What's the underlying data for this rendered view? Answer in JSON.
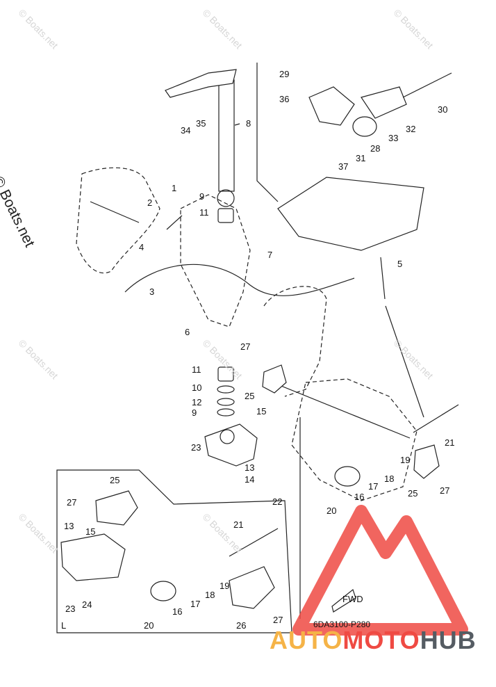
{
  "diagram": {
    "part_code": "6DA3100-P280",
    "copyright": "© Boats.net",
    "watermark": "© Boats.net",
    "inset_label": "L",
    "fwd_label": "FWD",
    "brand": {
      "part1": "AUTO",
      "part2": "MOTO",
      "part3": "HUB"
    },
    "colors": {
      "brand_orange": "#f5b347",
      "brand_red": "#ef4a43",
      "brand_grey": "#555c63",
      "line": "#222222"
    }
  },
  "callouts": [
    "1",
    "2",
    "3",
    "4",
    "5",
    "6",
    "7",
    "8",
    "9",
    "11",
    "29",
    "36",
    "30",
    "32",
    "33",
    "28",
    "31",
    "37",
    "34",
    "35",
    "27",
    "25",
    "11",
    "10",
    "12",
    "9",
    "15",
    "21",
    "23",
    "13",
    "14",
    "19",
    "18",
    "17",
    "16",
    "25",
    "27",
    "20",
    "25",
    "27",
    "22",
    "13",
    "15",
    "21",
    "19",
    "18",
    "17",
    "16",
    "20",
    "23",
    "24",
    "26",
    "27",
    "L"
  ]
}
